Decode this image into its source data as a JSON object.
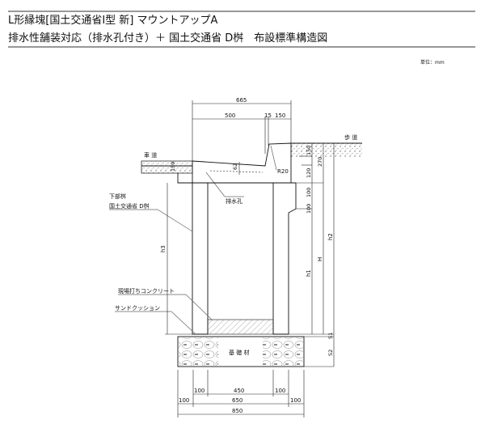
{
  "title": {
    "line1": "L形縁塊[国土交通省Ⅰ型 新] マウントアップA",
    "line2": "排水性舗装対応（排水孔付き）＋ 国土交通省 D桝　布設標準構造図"
  },
  "unit": "単位：mm",
  "labels": {
    "roadway": "車 道",
    "sidewalk": "歩 道",
    "drain_hole": "排水孔",
    "lower_basin_1": "下部桝",
    "lower_basin_2": "国土交通省 D桝",
    "cast_concrete": "現場打ちコンクリート",
    "sand_cushion": "サンドクッション",
    "foundation": "基 礎 材",
    "radius": "R20"
  },
  "dimensions": {
    "top_total": "665",
    "top_500": "500",
    "top_15": "15",
    "top_150": "150",
    "slope_62": "62",
    "road_150": "150",
    "sidewalk_150": "150",
    "sidewalk_270": "270",
    "curb_120": "120",
    "wall_100a": "100",
    "wall_100b": "100",
    "h1": "h1",
    "H": "H",
    "h2": "h2",
    "h3": "h3",
    "S1": "S1",
    "S2": "S2",
    "bottom_100_left": "100",
    "bottom_450": "450",
    "bottom_100_right": "100",
    "bottom_outer_100_left": "100",
    "bottom_650": "650",
    "bottom_outer_100_right": "100",
    "bottom_850": "850"
  }
}
